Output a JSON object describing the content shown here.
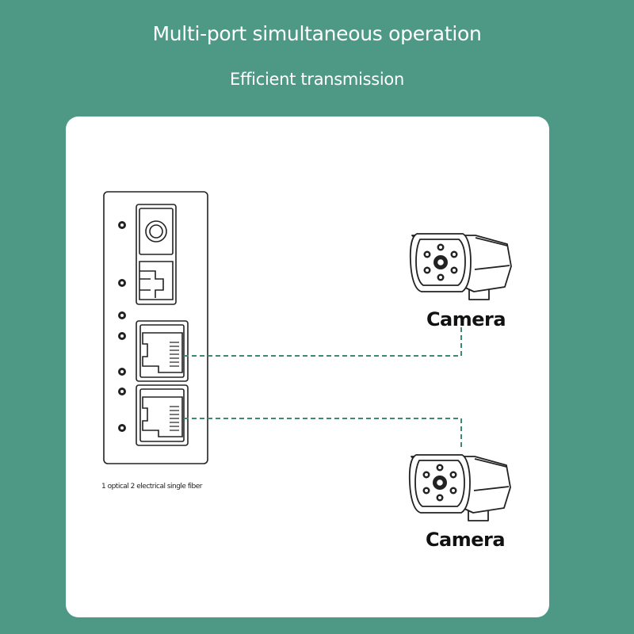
{
  "header": {
    "title": "Multi-port simultaneous operation",
    "subtitle": "Efficient transmission"
  },
  "device": {
    "caption": "1 optical 2 electrical single fiber"
  },
  "cameras": [
    {
      "label": "Camera"
    },
    {
      "label": "Camera"
    }
  ],
  "colors": {
    "background": "#4e9886",
    "card": "#ffffff",
    "link_line": "#3d8a6e",
    "outline": "#222222"
  }
}
